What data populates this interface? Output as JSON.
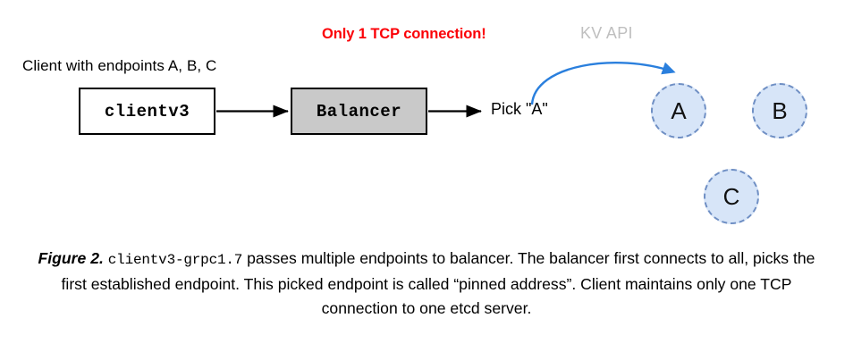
{
  "figure": {
    "title_label": "Figure 2.",
    "code_term": "clientv3-grpc1.7",
    "caption_text": " passes multiple endpoints to balancer. The balancer first connects to all, picks the first established endpoint. This picked endpoint is called “pinned address”. Client maintains only one TCP connection to one etcd server."
  },
  "diagram": {
    "client_label": "Client with endpoints A, B, C",
    "tcp_warning": "Only 1 TCP connection!",
    "kv_api_label": "KV API",
    "pick_label": "Pick \"A\"",
    "nodes": [
      {
        "id": "clientv3",
        "label": "clientv3",
        "fill": "#ffffff"
      },
      {
        "id": "balancer",
        "label": "Balancer",
        "fill": "#c9c9c9"
      }
    ],
    "endpoints": [
      {
        "id": "a",
        "label": "A"
      },
      {
        "id": "b",
        "label": "B"
      },
      {
        "id": "c",
        "label": "C"
      }
    ],
    "colors": {
      "warning_red": "#fb0107",
      "kv_api_gray": "#bfbfbf",
      "arrow_blue": "#2a7fdd",
      "circle_fill": "#d7e5f8",
      "circle_border": "#6f8fc4",
      "box_border": "#000000",
      "balancer_fill": "#c9c9c9"
    }
  }
}
